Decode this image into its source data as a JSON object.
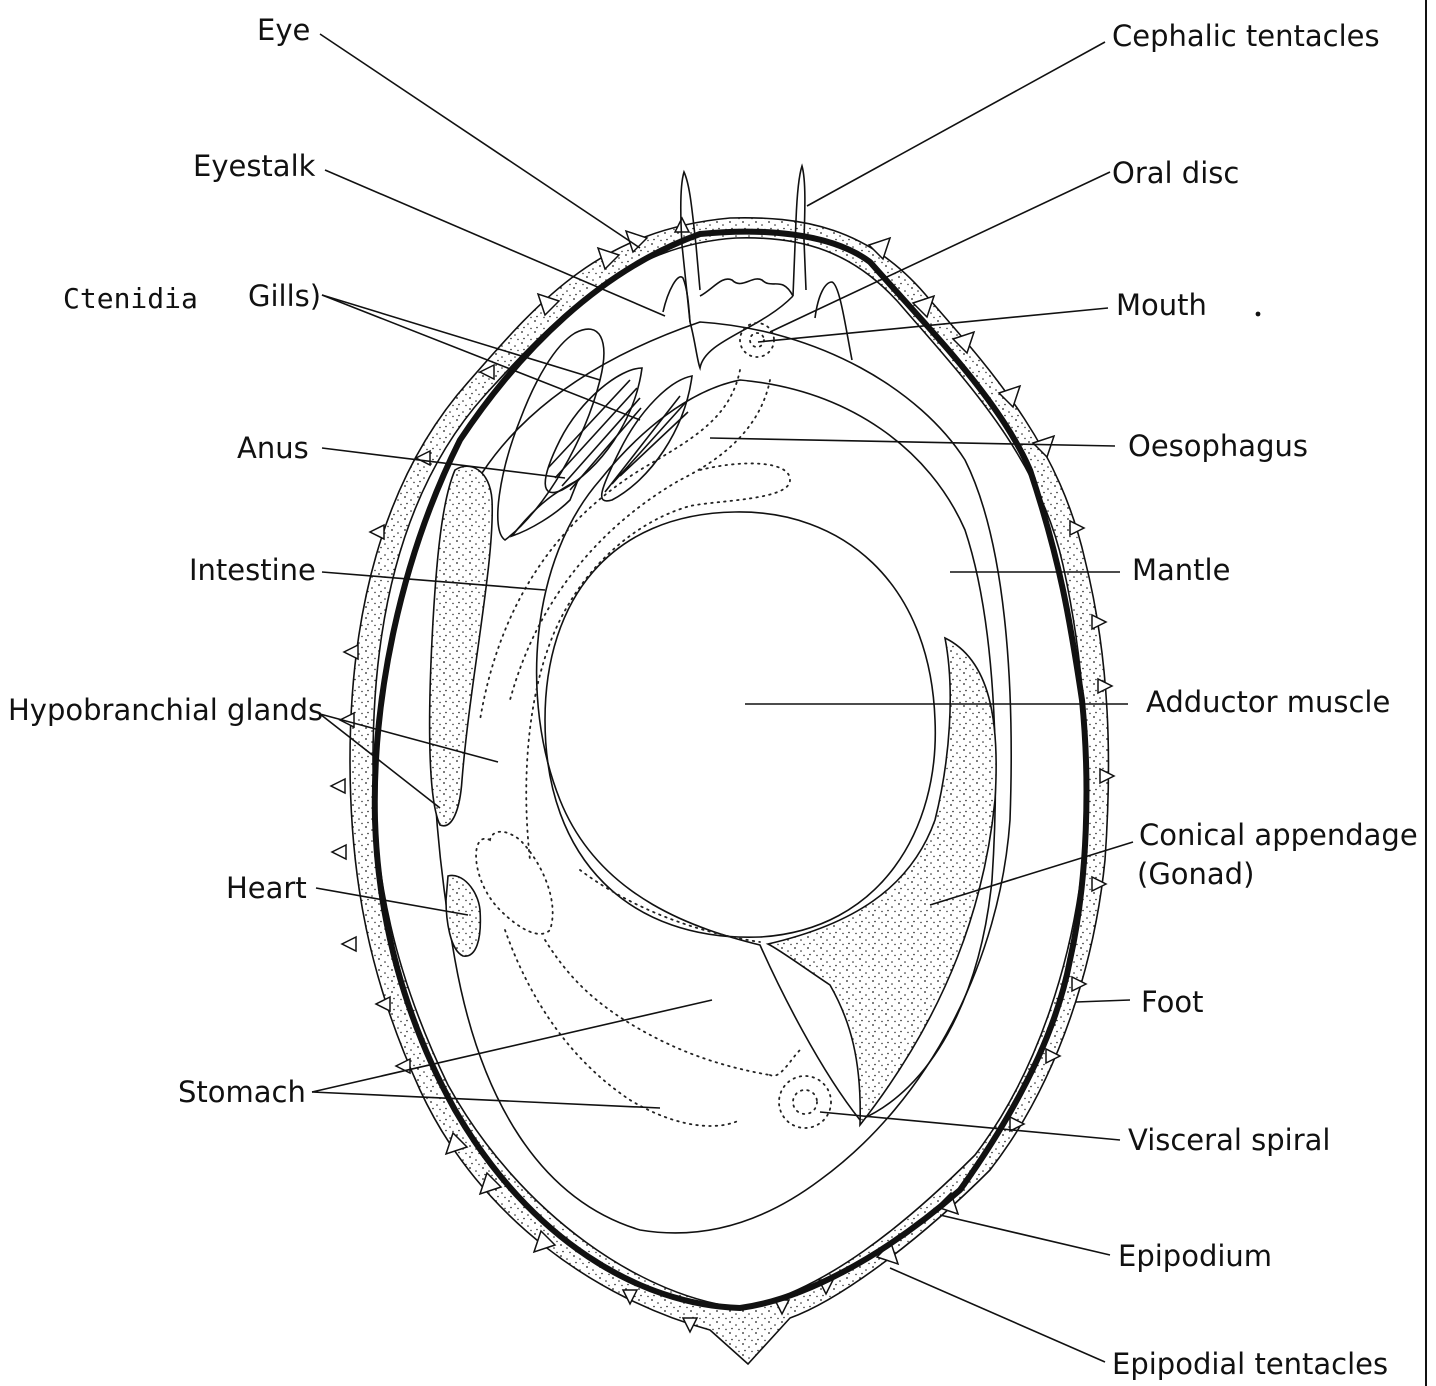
{
  "labels_left": {
    "eye": "Eye",
    "eyestalk": "Eyestalk",
    "ctenidia": "Ctenidia",
    "gills": "Gills)",
    "anus": "Anus",
    "intestine": "Intestine",
    "hypobranchial_glands": "Hypobranchial glands",
    "heart": "Heart",
    "stomach": "Stomach"
  },
  "labels_right": {
    "cephalic_tentacles": "Cephalic tentacles",
    "oral_disc": "Oral disc",
    "mouth": "Mouth",
    "oesophagus": "Oesophagus",
    "mantle": "Mantle",
    "adductor_muscle": "Adductor muscle",
    "conical_appendage": "Conical appendage",
    "gonad": "(Gonad)",
    "foot": "Foot",
    "visceral_spiral": "Visceral spiral",
    "epipodium": "Epipodium",
    "epipodial_tentacles": "Epipodial tentacles"
  }
}
